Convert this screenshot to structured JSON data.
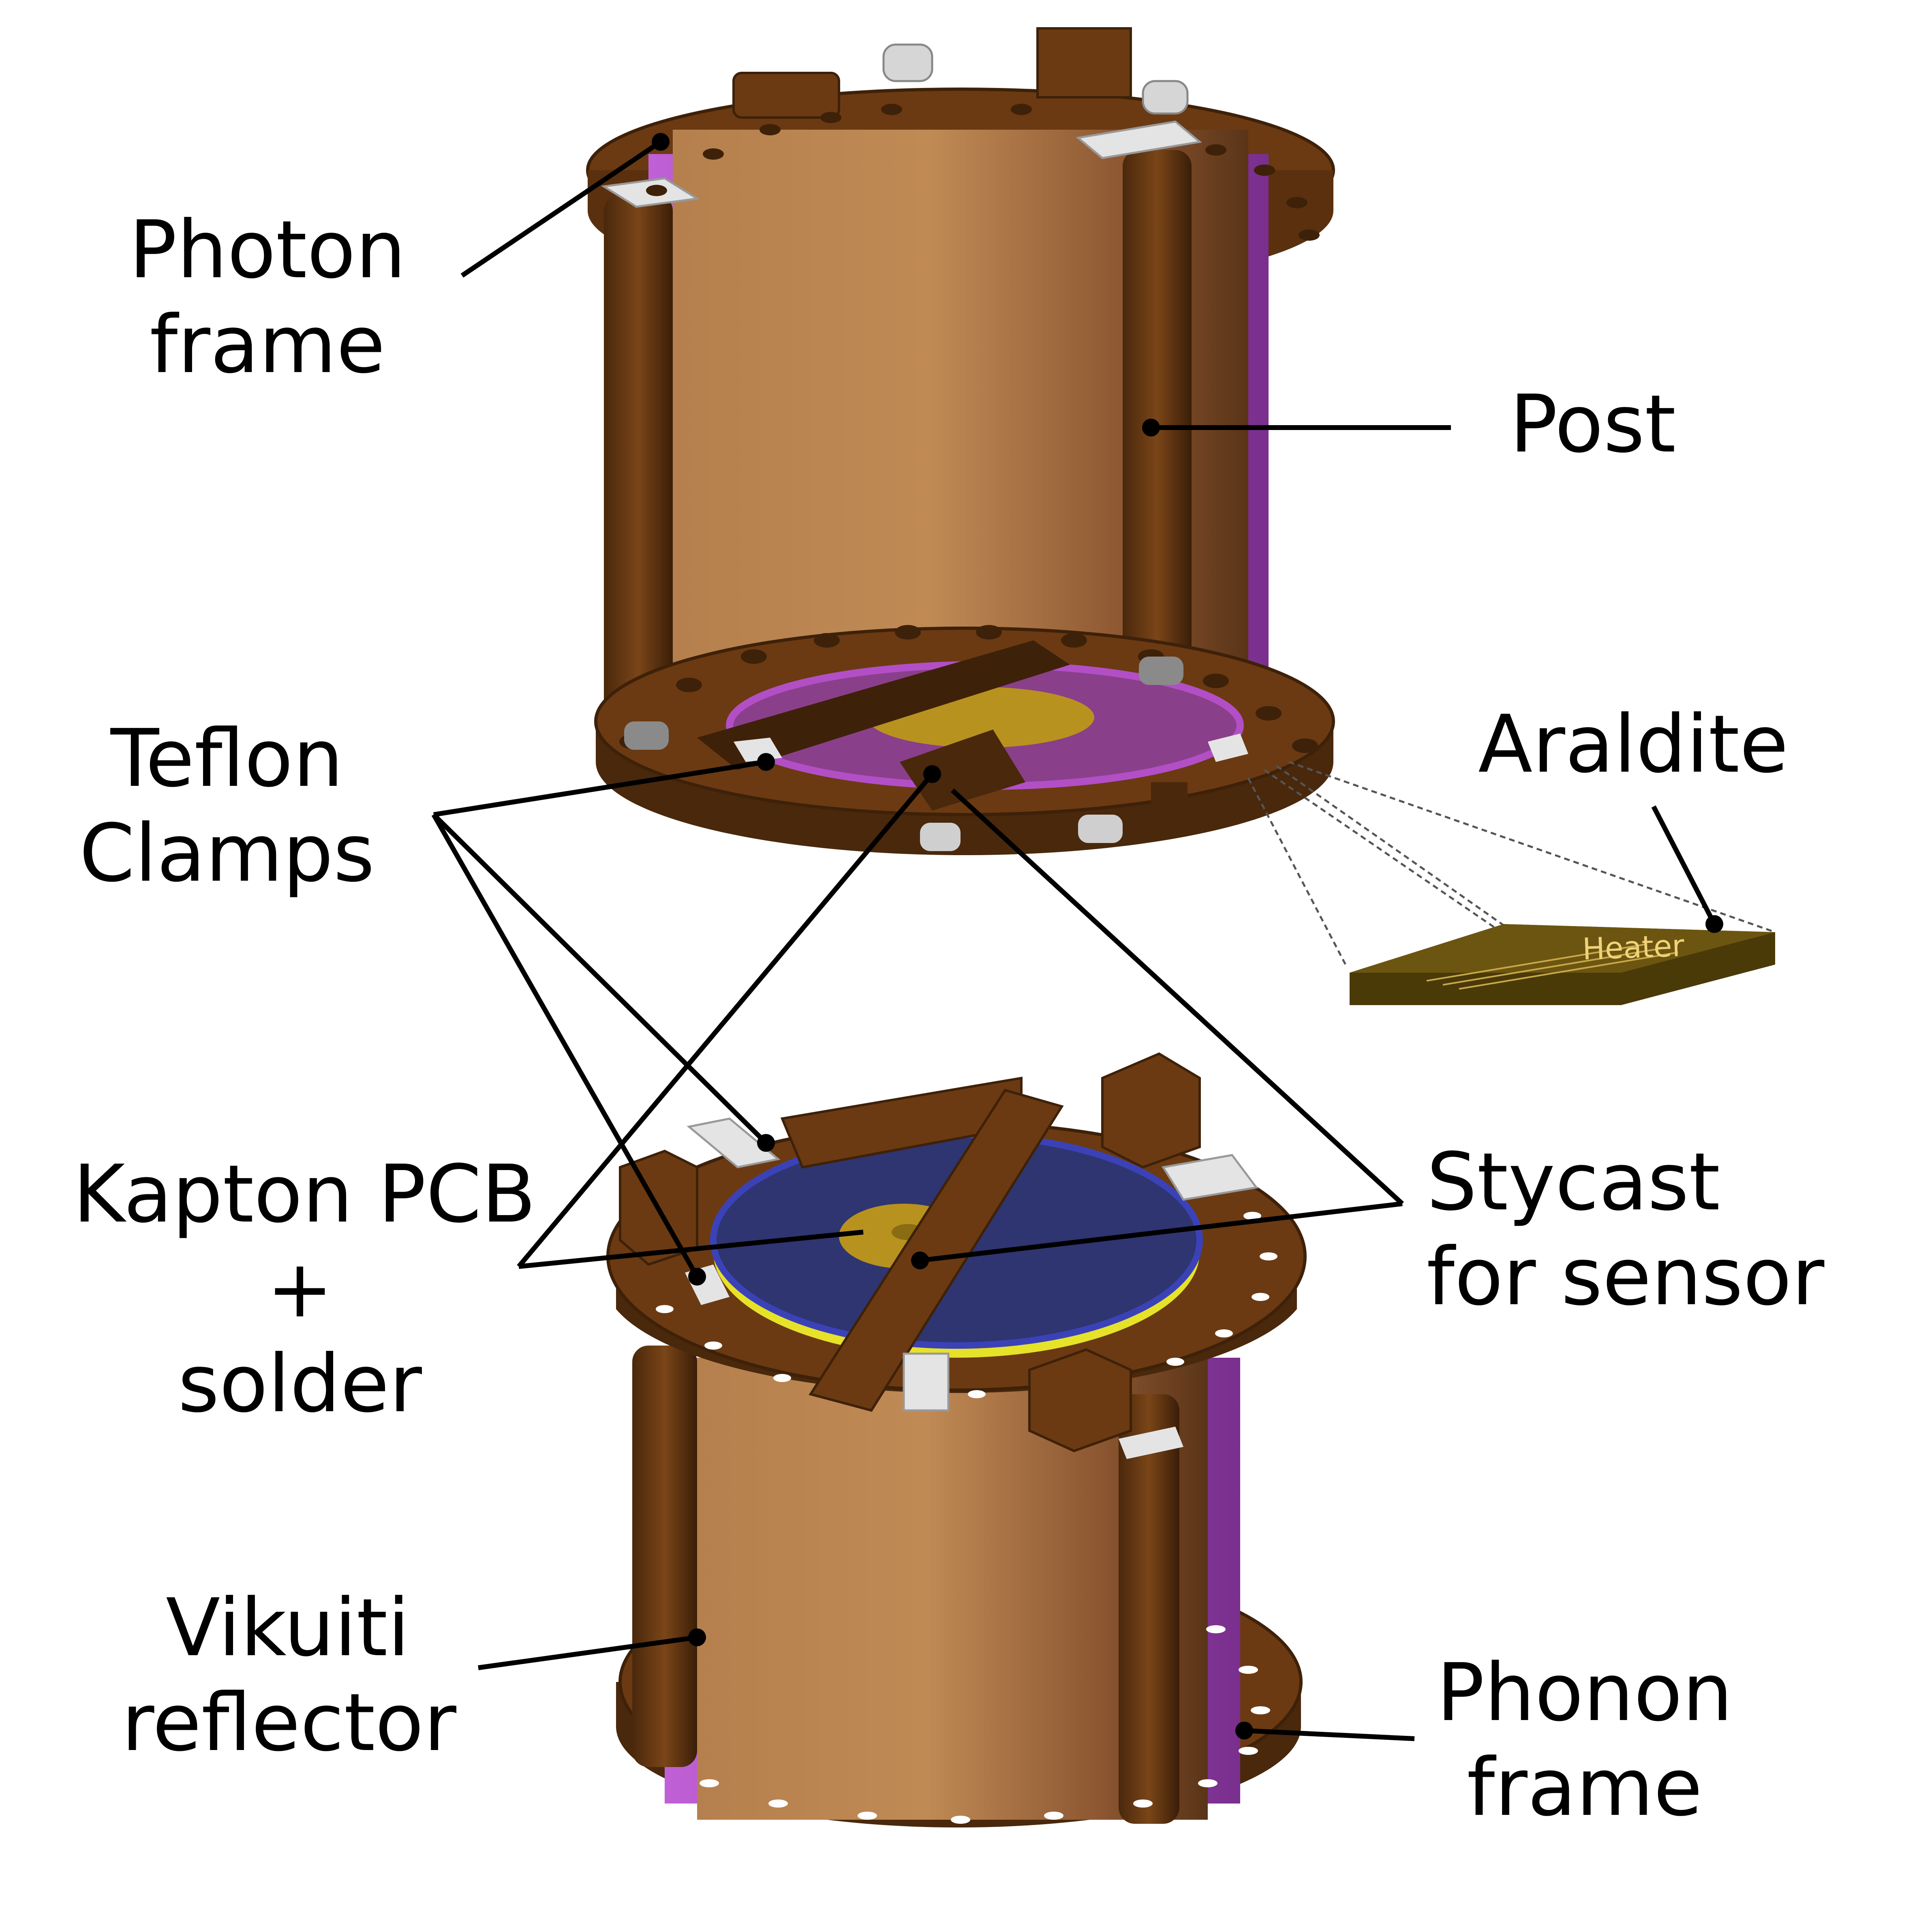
{
  "labels": {
    "photon_frame": [
      "Photon",
      "frame"
    ],
    "post": "Post",
    "teflon_clamps": [
      "Teflon",
      "Clamps"
    ],
    "araldite": "Araldite",
    "heater": "Heater",
    "kapton_pcb": [
      "Kapton PCB",
      "+",
      "solder"
    ],
    "stycast": [
      "Stycast",
      "for sensor"
    ],
    "vikuiti": [
      "Vikuiti",
      "reflector"
    ],
    "phonon_frame": [
      "Phonon",
      "frame"
    ]
  },
  "colors": {
    "copper": "#6b3a12",
    "copper_dark": "#3e2109",
    "cylinder_light": "#c08a55",
    "cylinder_dark": "#5a3418",
    "reflector": "#b24fc6",
    "crystal_face": "#2e3570",
    "gold": "#b8921f",
    "yellow": "#e6e22a",
    "teflon": "#e4e4e4",
    "heater": "#4a3a08"
  }
}
